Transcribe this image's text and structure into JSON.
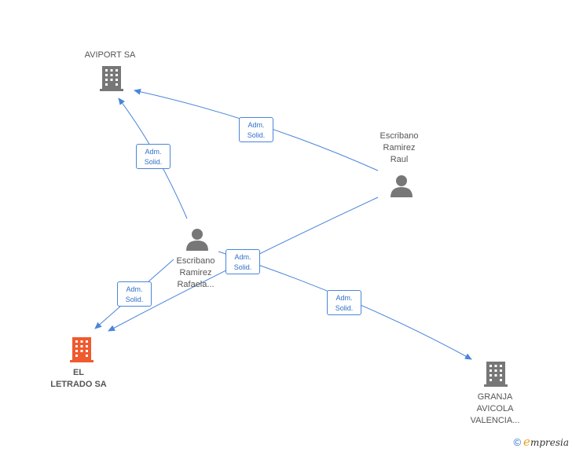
{
  "colors": {
    "edge": "#4a86d8",
    "company_icon": "#777777",
    "main_company_icon": "#ef5a2e",
    "person_icon": "#777777"
  },
  "nodes": {
    "aviport": {
      "label": "AVIPORT SA",
      "icon": "building-icon"
    },
    "el_letrado": {
      "label_line1": "EL",
      "label_line2": "LETRADO SA",
      "icon": "building-icon"
    },
    "granja": {
      "label_line1": "GRANJA",
      "label_line2": "AVICOLA",
      "label_line3": "VALENCIA...",
      "icon": "building-icon"
    },
    "raul": {
      "label_line1": "Escribano",
      "label_line2": "Ramirez",
      "label_line3": "Raul",
      "icon": "person-icon"
    },
    "rafaela": {
      "label_line1": "Escribano",
      "label_line2": "Ramirez",
      "label_line3": "Rafaela...",
      "icon": "person-icon"
    }
  },
  "edges": [
    {
      "line1": "Adm.",
      "line2": "Solid."
    },
    {
      "line1": "Adm.",
      "line2": "Solid."
    },
    {
      "line1": "Adm.",
      "line2": "Solid."
    },
    {
      "line1": "Adm.",
      "line2": "Solid."
    },
    {
      "line1": "Adm.",
      "line2": "Solid."
    }
  ],
  "footer": {
    "copyright_symbol": "©",
    "brand_initial": "e",
    "brand_rest": "mpresia"
  }
}
